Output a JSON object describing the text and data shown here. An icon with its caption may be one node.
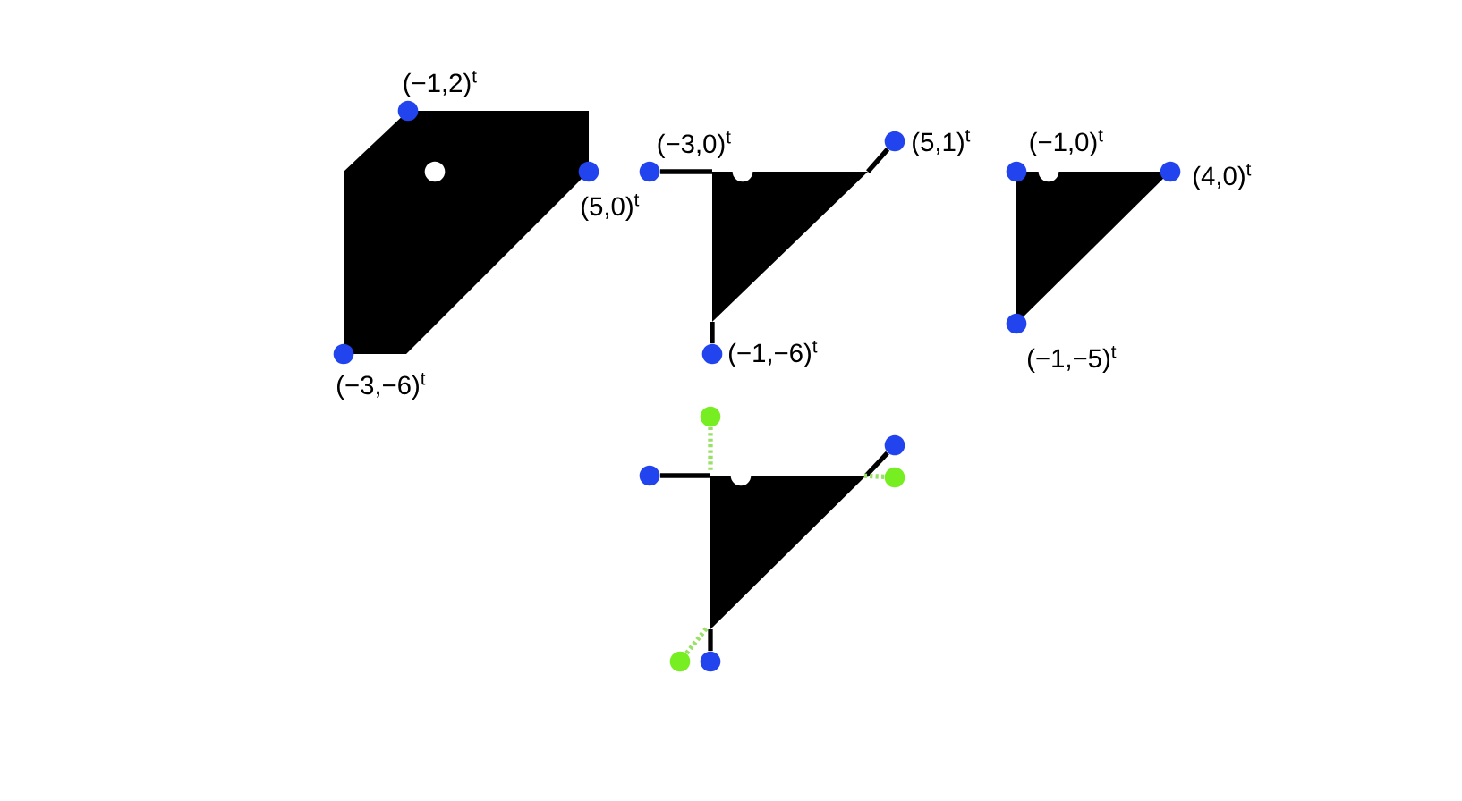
{
  "diagram": {
    "nodes": [
      {
        "text": [],
        "shape": "circle",
        "beside": [
          "(−1,2)$^{t}$"
        ]
      },
      {
        "text": [],
        "shape": "circle",
        "in": 19
      },
      {
        "text": [],
        "shape": "circle",
        "beside": [
          "(5,0)$^{t}$"
        ]
      },
      {
        "text": [],
        "shape": "circle",
        "beside": [
          "(−3,−6)$^{t}$"
        ]
      },
      {
        "text": [],
        "shape": "circle",
        "beside": [
          "(−3,0)$^{t}$"
        ]
      },
      {
        "text": [],
        "shape": "circle"
      },
      {
        "text": [],
        "shape": "circle",
        "beside": [
          "(5,1)$^{t}$"
        ]
      },
      {
        "text": [],
        "shape": "circle",
        "beside": [
          "(−1,−6)$^{t}$"
        ]
      },
      {
        "text": [],
        "shape": "circle",
        "beside": [
          "(−1,0)$^{t}$"
        ]
      },
      {
        "text": [],
        "shape": "circle"
      },
      {
        "text": [],
        "shape": "circle",
        "beside": [
          "(4,0)$^{t}$"
        ]
      },
      {
        "text": [],
        "shape": "circle",
        "beside": [
          "(−1,−5)$^{t}$"
        ]
      },
      {
        "text": [],
        "shape": "circle"
      },
      {
        "text": [],
        "shape": "circle"
      },
      {
        "text": [],
        "shape": "circle"
      },
      {
        "text": [],
        "shape": "circle"
      },
      {
        "text": [],
        "shape": "circle"
      },
      {
        "text": [],
        "shape": "circle"
      },
      {
        "text": [],
        "shape": "circle"
      },
      {
        "text": [],
        "shape": "polygon"
      },
      {
        "text": [],
        "shape": "triangle"
      },
      {
        "text": [],
        "shape": "triangle"
      },
      {
        "text": [],
        "shape": "triangle"
      }
    ],
    "edges": [
      {
        "from": 4,
        "to": 20,
        "arrow": "none"
      },
      {
        "from": 6,
        "to": 20,
        "arrow": "none"
      },
      {
        "from": 7,
        "to": 20,
        "arrow": "none"
      },
      {
        "from": 13,
        "to": 22,
        "arrow": "none"
      },
      {
        "from": 15,
        "to": 22,
        "arrow": "none"
      },
      {
        "from": 18,
        "to": 22,
        "arrow": "none"
      },
      {
        "from": 12,
        "to": 22,
        "arrow": "none",
        "style": "dashed",
        "color": "#99e066"
      },
      {
        "from": 16,
        "to": 22,
        "arrow": "none",
        "style": "dashed",
        "color": "#99e066"
      },
      {
        "from": 17,
        "to": 22,
        "arrow": "none",
        "style": "dashed",
        "color": "#99e066"
      }
    ]
  }
}
